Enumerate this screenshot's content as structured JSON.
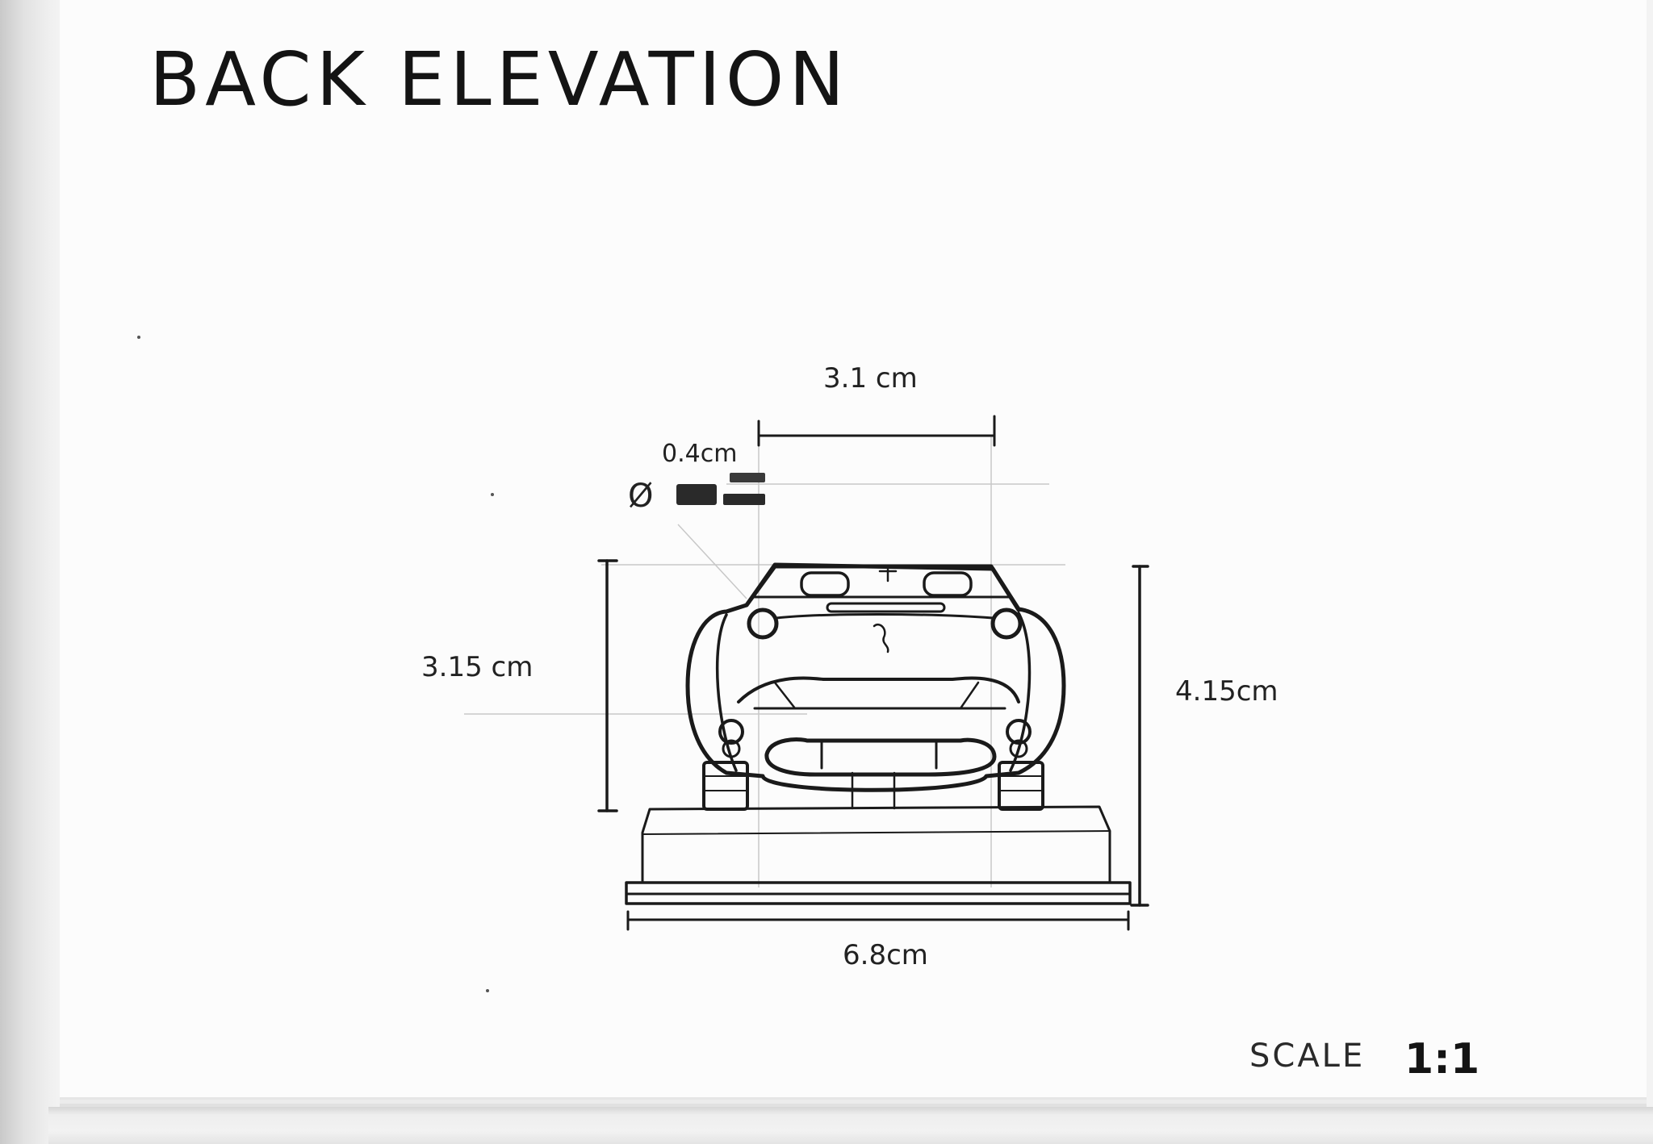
{
  "title": "BACK ELEVATION",
  "dimensions": {
    "top_width": "3.1 cm",
    "small_width": "0.4cm",
    "diameter_symbol": "Ø",
    "left_height": "3.15 cm",
    "right_height": "4.15cm",
    "bottom_width": "6.8cm"
  },
  "scale": {
    "label": "SCALE",
    "value": "1:1"
  },
  "colors": {
    "ink": "#1a1a1a",
    "paper": "#fcfcfc"
  }
}
